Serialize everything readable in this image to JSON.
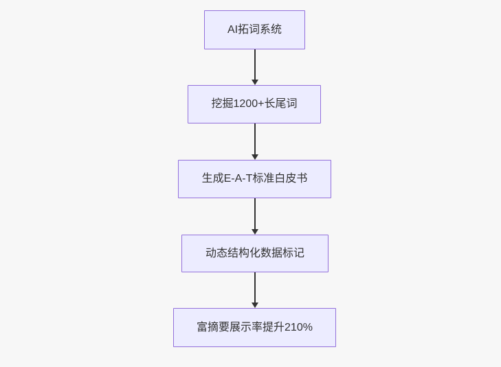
{
  "flowchart": {
    "type": "vertical-flowchart",
    "nodes": [
      {
        "id": 0,
        "label": "AI拓词系统"
      },
      {
        "id": 1,
        "label": "挖掘1200+长尾词"
      },
      {
        "id": 2,
        "label": "生成E-A-T标准白皮书"
      },
      {
        "id": 3,
        "label": "动态结构化数据标记"
      },
      {
        "id": 4,
        "label": "富摘要展示率提升210%"
      }
    ],
    "edges": [
      {
        "from": 0,
        "to": 1
      },
      {
        "from": 1,
        "to": 2
      },
      {
        "from": 2,
        "to": 3
      },
      {
        "from": 3,
        "to": 4
      }
    ],
    "colors": {
      "background": "#f7f7f7",
      "node_fill": "#ececff",
      "node_border": "#9370db",
      "arrow": "#333333",
      "text": "#333333"
    }
  }
}
